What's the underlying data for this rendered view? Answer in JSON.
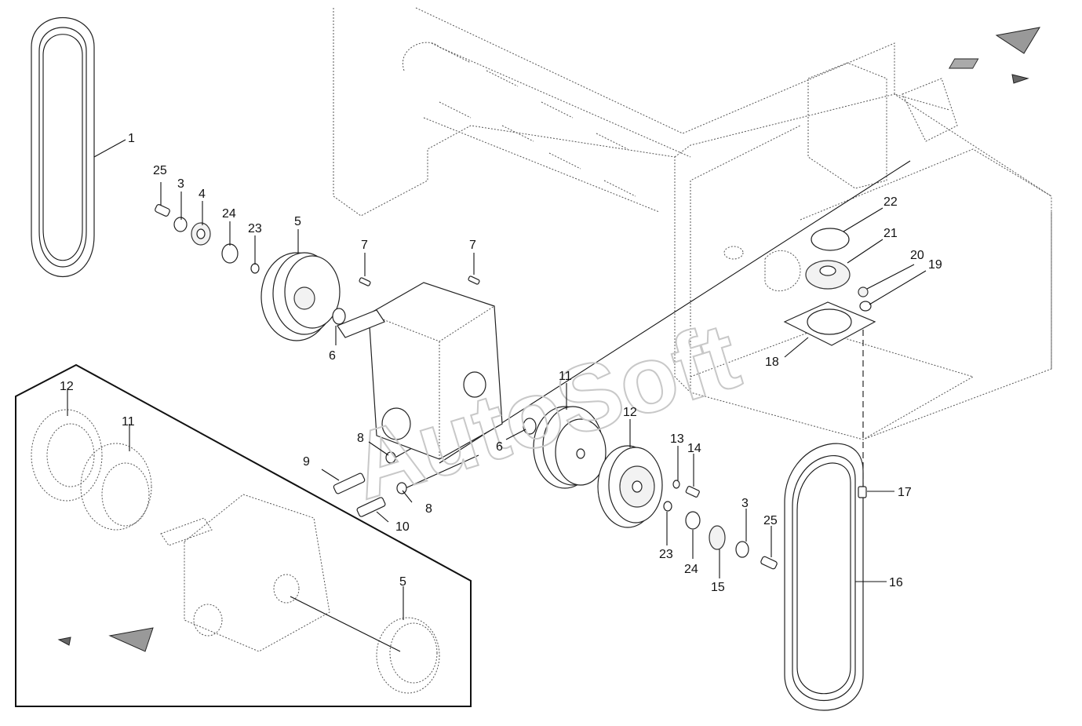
{
  "watermark": "AutoSoft",
  "callouts": [
    {
      "id": "c1",
      "text": "1"
    },
    {
      "id": "c25a",
      "text": "25"
    },
    {
      "id": "c3a",
      "text": "3"
    },
    {
      "id": "c4",
      "text": "4"
    },
    {
      "id": "c24a",
      "text": "24"
    },
    {
      "id": "c23a",
      "text": "23"
    },
    {
      "id": "c5a",
      "text": "5"
    },
    {
      "id": "c7a",
      "text": "7"
    },
    {
      "id": "c7b",
      "text": "7"
    },
    {
      "id": "c6a",
      "text": "6"
    },
    {
      "id": "c22",
      "text": "22"
    },
    {
      "id": "c21",
      "text": "21"
    },
    {
      "id": "c20",
      "text": "20"
    },
    {
      "id": "c19",
      "text": "19"
    },
    {
      "id": "c18",
      "text": "18"
    },
    {
      "id": "c12a",
      "text": "12"
    },
    {
      "id": "c11a",
      "text": "11"
    },
    {
      "id": "c11b",
      "text": "11"
    },
    {
      "id": "c12b",
      "text": "12"
    },
    {
      "id": "c8a",
      "text": "8"
    },
    {
      "id": "c9",
      "text": "9"
    },
    {
      "id": "c6b",
      "text": "6"
    },
    {
      "id": "c8b",
      "text": "8"
    },
    {
      "id": "c10",
      "text": "10"
    },
    {
      "id": "c13",
      "text": "13"
    },
    {
      "id": "c14",
      "text": "14"
    },
    {
      "id": "c17",
      "text": "17"
    },
    {
      "id": "c3b",
      "text": "3"
    },
    {
      "id": "c25b",
      "text": "25"
    },
    {
      "id": "c23b",
      "text": "23"
    },
    {
      "id": "c24b",
      "text": "24"
    },
    {
      "id": "c15",
      "text": "15"
    },
    {
      "id": "c16",
      "text": "16"
    },
    {
      "id": "c5b",
      "text": "5"
    }
  ]
}
